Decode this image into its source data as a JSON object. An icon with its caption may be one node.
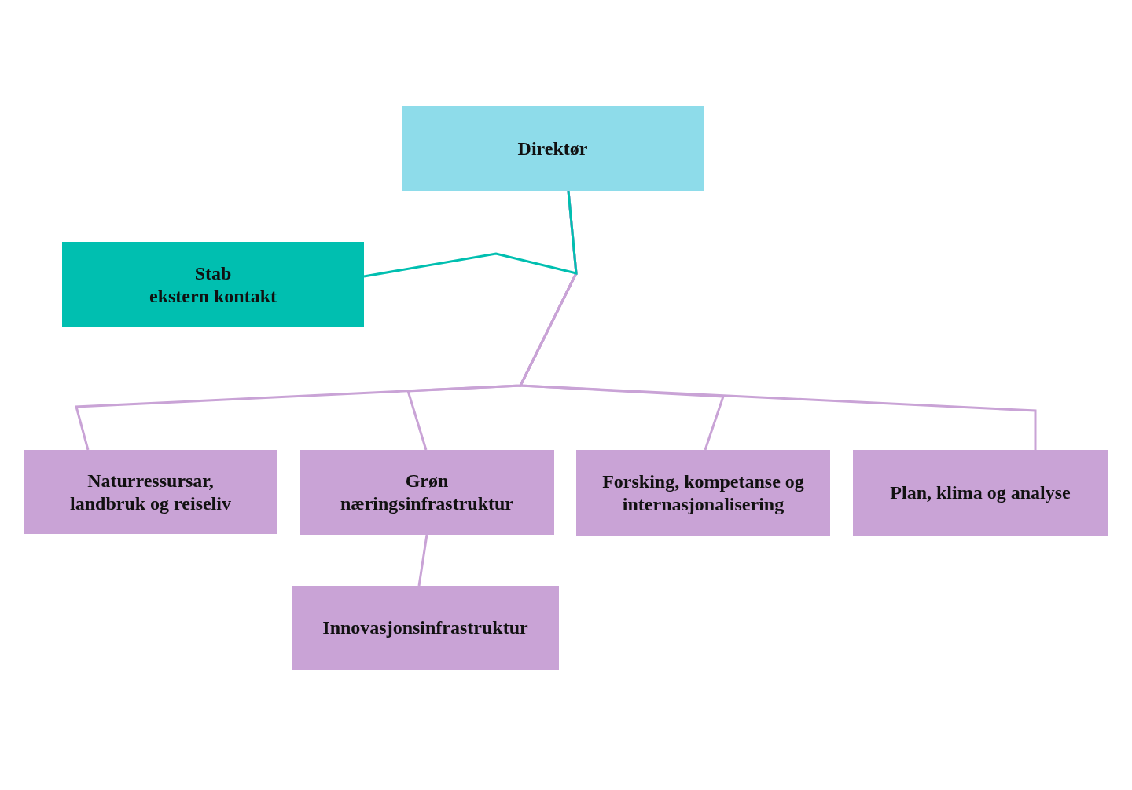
{
  "diagram": {
    "nodes": [
      {
        "text": [
          "Direktør"
        ]
      },
      {
        "text": [
          "Stab",
          "ekstern kontakt"
        ]
      },
      {
        "text": [
          "Naturressursar, landbruk og reiseliv"
        ]
      },
      {
        "text": [
          "Grøn næringsinfrastruktur"
        ]
      },
      {
        "text": [
          "Forsking, kompetanse og internasjonalisering"
        ]
      },
      {
        "text": [
          "Plan, klima og analyse"
        ]
      },
      {
        "text": [
          "Innovasjonsinfrastruktur"
        ]
      }
    ],
    "edges": [
      {
        "from": 0,
        "to": 2,
        "arrow": "none"
      },
      {
        "from": 0,
        "to": 3,
        "arrow": "none"
      },
      {
        "from": 0,
        "to": 4,
        "arrow": "none"
      },
      {
        "from": 0,
        "to": 5,
        "arrow": "none"
      },
      {
        "from": 3,
        "to": 6,
        "arrow": "none"
      },
      {
        "from": 0,
        "to": 1,
        "arrow": "none",
        "color": "#00bfb0"
      }
    ]
  }
}
